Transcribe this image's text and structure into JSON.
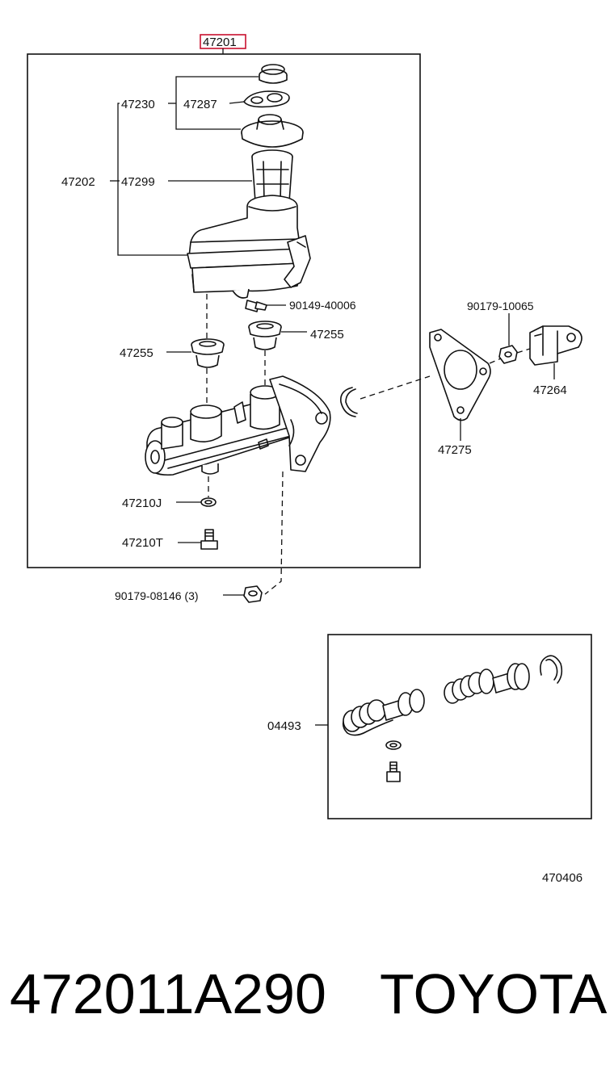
{
  "diagram": {
    "assembly_label": "47201",
    "labels": {
      "reservoir_set": "47230",
      "cap_gasket": "47287",
      "reservoir_assy": "47202",
      "strainer": "47299",
      "union_screw": "90149-40006",
      "grommet_right": "47255",
      "grommet_left": "47255",
      "gasket_washer": "47210J",
      "plug_bolt": "47210T",
      "nut_bottom": "90179-08146 (3)",
      "nut_right": "90179-10065",
      "bracket": "47264",
      "gasket_plate": "47275",
      "kit": "04493",
      "figure_code": "470406"
    }
  },
  "footer": {
    "part_number": "472011A290",
    "brand": "TOYOTA"
  }
}
